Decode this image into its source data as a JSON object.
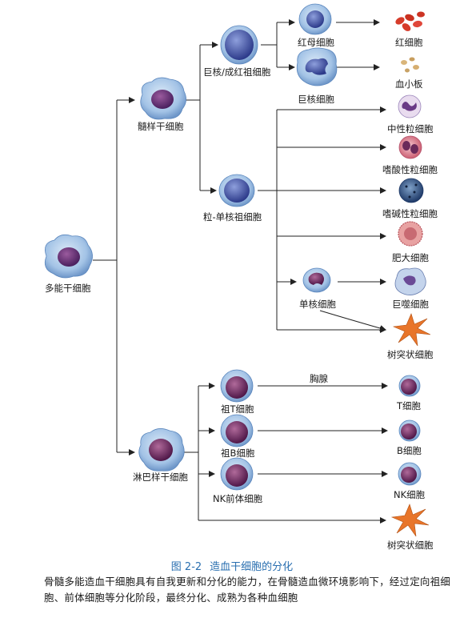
{
  "labels": {
    "hsc": "多能干细胞",
    "myeloid_stem": "髓样干细胞",
    "lymphoid_stem": "淋巴样干细胞",
    "meg_ery_prog": "巨核/成红祖细胞",
    "erythroblast": "红母细胞",
    "megakaryocyte": "巨核细胞",
    "rbc": "红细胞",
    "platelet": "血小板",
    "gm_prog": "粒-单核祖细胞",
    "neutrophil": "中性粒细胞",
    "eosinophil": "嗜酸性粒细胞",
    "basophil": "嗜碱性粒细胞",
    "mast": "肥大细胞",
    "monocyte": "单核细胞",
    "macrophage": "巨噬细胞",
    "dendritic_1": "树突状细胞",
    "thymus": "胸腺",
    "pro_t": "祖T细胞",
    "pro_b": "祖B细胞",
    "nk_prec": "NK前体细胞",
    "t_cell": "T细胞",
    "b_cell": "B细胞",
    "nk_cell": "NK细胞",
    "dendritic_2": "树突状细胞"
  },
  "caption": {
    "figure_no": "图 2-2",
    "title": "造血干细胞的分化",
    "body": "骨髓多能造血干细胞具有自我更新和分化的能力，在骨髓造血微环境影响下，经过定向祖细胞、前体细胞等分化阶段，最终分化、成熟为各种血细胞"
  },
  "colors": {
    "line": "#222222",
    "cell_cytoplasm": "#a9c8e8",
    "cell_nucleus": "#5a2a6a",
    "rbc": "#d63b2a",
    "caption_blue": "#2a6fb0",
    "dendritic": "#e8752a"
  }
}
